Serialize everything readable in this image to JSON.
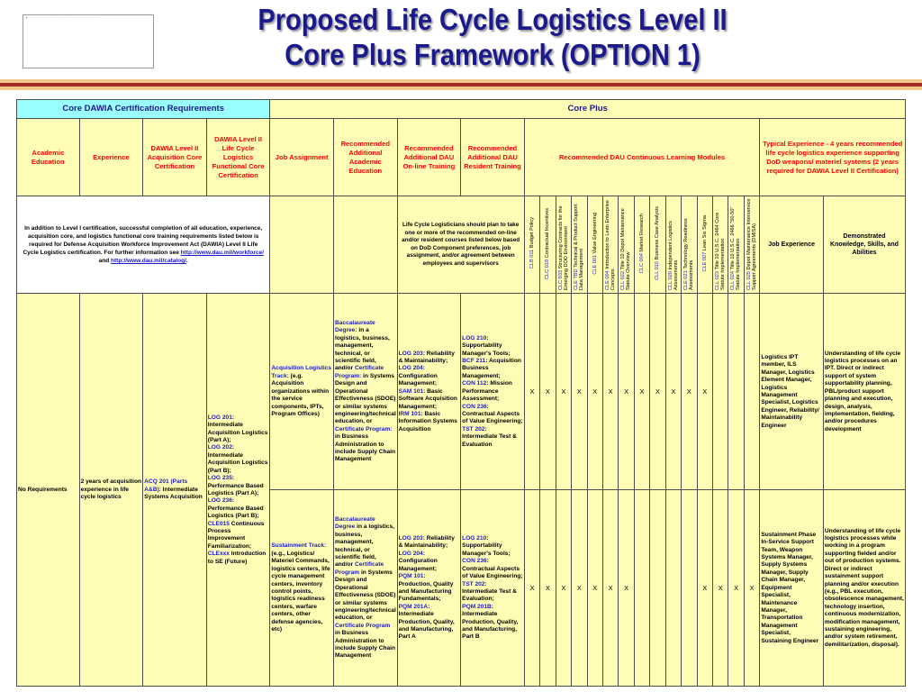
{
  "title_line1": "Proposed Life Cycle Logistics Level II",
  "title_line2": "Core Plus Framework (OPTION 1)",
  "header": {
    "core": "Core DAWIA Certification Requirements",
    "plus": "Core Plus"
  },
  "cols": {
    "academic": "Academic Education",
    "experience": "Experience",
    "core_cert": "DAWIA Level II Acquisition Core Certification",
    "func_cert": "DAWIA Level II Life Cycle Logistics Functional Core Certification",
    "job": "Job Assignment",
    "rec_acad": "Recommended Additional Academic Education",
    "rec_online": "Recommended Additional DAU On-line Training",
    "rec_res": "Recommended Additional DAU Resident Training",
    "clm": "Recommended DAU Continuous Learning Modules",
    "typical": "Typical Experience - 4 years recommended life cycle logistics experience supporting DoD weapons/ materiel systems (2 years required for DAWIA Level II Certification)"
  },
  "intro": {
    "text": "In addition to Level I certification, successful completion of all education, experience, acquisition core, and logistics functional core training requirements listed below is required for Defense Acquisition Workforce Improvement Act (DAWIA) Level II Life Cycle Logistics certification. For further information see",
    "link1": "http://www.dau.mil/workforce/",
    "and": "and",
    "link2": "http://www.dau.mil/catalog/"
  },
  "plan_text": "Life Cycle Logisticians should plan to take one or more of the recommended on-line and/or resident courses listed below based on DoD Component preferences, job assignment, and/or agreement between employees and supervisors",
  "job_exp_header": "Job Experience",
  "knowledge_header": "Demonstrated Knowledge, Skills, and Abilities",
  "modules": [
    {
      "code": "CLB 011",
      "name": "Budget Policy"
    },
    {
      "code": "CLC 018",
      "name": "Contractual Incentives"
    },
    {
      "code": "CLC 033",
      "name": "Structuring Contracts for the Emerging DOD Environment"
    },
    {
      "code": "CLE TBD",
      "name": "Technical & Product Support Data Management"
    },
    {
      "code": "CLE 001",
      "name": "Value Engineering"
    },
    {
      "code": "CLE 004",
      "name": "Introduction to Lean Enterprise Concepts"
    },
    {
      "code": "CLL 022",
      "name": "Title 10 Depot Maintenance Statute Overview"
    },
    {
      "code": "CLC 004",
      "name": "Market Research"
    },
    {
      "code": "CLL 015",
      "name": "Business Case Analysis"
    },
    {
      "code": "CLL 020",
      "name": "Independent Logistics Assessments"
    },
    {
      "code": "CLE 021",
      "name": "Technology Readiness Assessments"
    },
    {
      "code": "CLE 007",
      "name": "Lean Six Sigma"
    },
    {
      "code": "CLL 023",
      "name": "Title 10 U.S.C. 2464 Core Statute Implementation"
    },
    {
      "code": "CLL 024",
      "name": "Title 10 U.S.C. 2466 \"50-50\" Statute Implementation"
    },
    {
      "code": "CLL 025",
      "name": "Depot Maintenance Interservice Support Agreements (DMISA)"
    }
  ],
  "left": {
    "academic": "No Requirements",
    "experience": "2 years of acquisition experience in life cycle logistics",
    "core_cert_code": "ACQ 201 (Parts A&B)",
    "core_cert_text": ": Intermediate Systems Acquisition",
    "func": [
      {
        "code": "LOG 201",
        "text": ": Intermediate Acquisition Logistics (Part A);"
      },
      {
        "code": "LOG 202",
        "text": ": Intermediate Acquisition Logistics (Part B);"
      },
      {
        "code": "LOG 235",
        "text": ": Performance Based Logistics (Part A);"
      },
      {
        "code": "LOG 236",
        "text": ": Performance Based Logistics (Part B);"
      },
      {
        "code": "CLE015",
        "text": " Continuous Process Improvement Familiarization;"
      },
      {
        "code": "CLExxx",
        "text": " Introduction to SE (Future)"
      }
    ]
  },
  "rows": [
    {
      "track_name": "Acquisition Logistics Track:",
      "track_text": " (e.g. Acquisition organizations within the service components, IPTs, Program Offices)",
      "acad": [
        {
          "link": "Baccalaureate Degree:",
          "text": " in a logistics, business, management, technical, or scientific field, and/or "
        },
        {
          "link": "Certificate Program:",
          "text": " in Systems Design and Operational Effectiveness (SDOE) or similar systems engineering/technical education, or "
        },
        {
          "link": "Certificate Program:",
          "text": " in Business Administration to include Supply Chain Management"
        }
      ],
      "online": [
        {
          "code": "LOG 203",
          "text": ": Reliability & Maintainability;"
        },
        {
          "code": "LOG 204",
          "text": ": Configuration Management;"
        },
        {
          "code": "SAM 101",
          "text": ": Basic Software Acquisition Management;"
        },
        {
          "code": "IRM 101",
          "text": ": Basic Information Systems Acquisition"
        }
      ],
      "resident": [
        {
          "code": "LOG 210",
          "text": ": Supportability Manager's Tools;"
        },
        {
          "code": "BCF 211",
          "text": ": Acquisition Business Management;"
        },
        {
          "code": "CON 112",
          "text": ": Mission Performance Assessment;"
        },
        {
          "code": "CON 236",
          "text": ": Contractual Aspects of Value Engineering;"
        },
        {
          "code": "TST 202",
          "text": ": Intermediate Test & Evaluation"
        }
      ],
      "marks": [
        "X",
        "X",
        "X",
        "X",
        "X",
        "X",
        "X",
        "X",
        "X",
        "X",
        "X",
        "X",
        "",
        "",
        ""
      ],
      "job_exp": "Logistics IPT member, ILS Manager, Logistics Element Manager, Logistics Management Specialist, Logistics Engineer, Reliability/ Maintainability Engineer",
      "knowledge": "Understanding of life cycle logistics processes on an IPT. Direct or indirect support of system supportability planning, PBL/product support planning and execution, design, analysis, implementation, fielding, and/or procedures development"
    },
    {
      "track_name": "Sustainment Track:",
      "track_text": " (e.g., Logistics/ Materiel Commands, logistics centers, life cycle management centers, inventory control points, logistics readiness centers, warfare centers, other defense agencies, etc)",
      "acad": [
        {
          "link": "Baccalaureate Degree",
          "text": " in a logistics, business, management, technical, or scientific field, and/or "
        },
        {
          "link": "Certificate Program",
          "text": " in Systems Design and Operational Effectiveness (SDOE) or similar systems engineering/technical education, or "
        },
        {
          "link": "Certificate Program",
          "text": " in Business Administration to include Supply Chain Management"
        }
      ],
      "online": [
        {
          "code": "LOG 203",
          "text": ": Reliability & Maintainability;"
        },
        {
          "code": "LOG 204",
          "text": ": Configuration Management;"
        },
        {
          "code": "PQM 101",
          "text": ": Production, Quality and Manufacturing Fundamentals;"
        },
        {
          "code": "PQM 201A",
          "text": ": Intermediate Production, Quality, and Manufacturing, Part A"
        }
      ],
      "resident": [
        {
          "code": "LOG 210",
          "text": ": Supportability Manager's Tools;"
        },
        {
          "code": "CON 236",
          "text": ": Contractual Aspects of Value Engineering;"
        },
        {
          "code": "TST 202",
          "text": ": Intermediate Test & Evaluation;"
        },
        {
          "code": "PQM 201B",
          "text": ": Intermediate Production, Quality, and Manufacturing, Part B"
        }
      ],
      "marks": [
        "X",
        "X",
        "X",
        "X",
        "X",
        "X",
        "X",
        "",
        "",
        "",
        "",
        "X",
        "X",
        "X",
        "X"
      ],
      "job_exp": "Sustainment Phase In-Service Support Team, Weapon Systems Manager, Supply Systems Manager, Supply Chain Manager, Equipment Specialist, Maintenance Manager, Transportation Management Specialist, Sustaining Engineer",
      "knowledge": "Understanding of life cycle logistics processes while working in a program supporting fielded and/or out of production systems. Direct or indirect sustainment support planning and/or execution (e.g., PBL execution, obsolescence management, technology insertion, continuous modernization, modification management, sustaining engineering, and/or system retirement, demilitarization, disposal)."
    }
  ]
}
